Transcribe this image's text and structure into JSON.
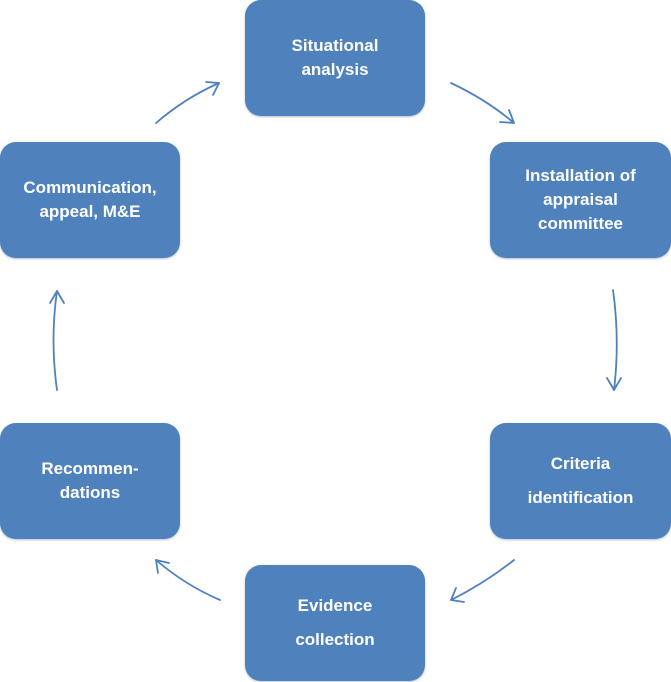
{
  "diagram": {
    "type": "cycle",
    "box_color": "#4f81bd",
    "arrow_color": "#4f81bd",
    "text_color": "#ffffff",
    "steps": [
      {
        "id": "situational",
        "label": "Situational\nanalysis"
      },
      {
        "id": "installation",
        "label": "Installation of\nappraisal\ncommittee"
      },
      {
        "id": "criteria",
        "label": "Criteria\nidentification"
      },
      {
        "id": "evidence",
        "label": "Evidence\ncollection"
      },
      {
        "id": "recommend",
        "label": "Recommen-\ndations"
      },
      {
        "id": "communication",
        "label": "Communication,\nappeal, M&E"
      }
    ],
    "arrows": [
      {
        "from": "Situational analysis",
        "to": "Installation of appraisal committee"
      },
      {
        "from": "Installation of appraisal committee",
        "to": "Criteria identification"
      },
      {
        "from": "Criteria identification",
        "to": "Evidence collection"
      },
      {
        "from": "Evidence collection",
        "to": "Recommendations"
      },
      {
        "from": "Recommendations",
        "to": "Communication, appeal, M&E"
      },
      {
        "from": "Communication, appeal, M&E",
        "to": "Situational analysis"
      }
    ]
  }
}
